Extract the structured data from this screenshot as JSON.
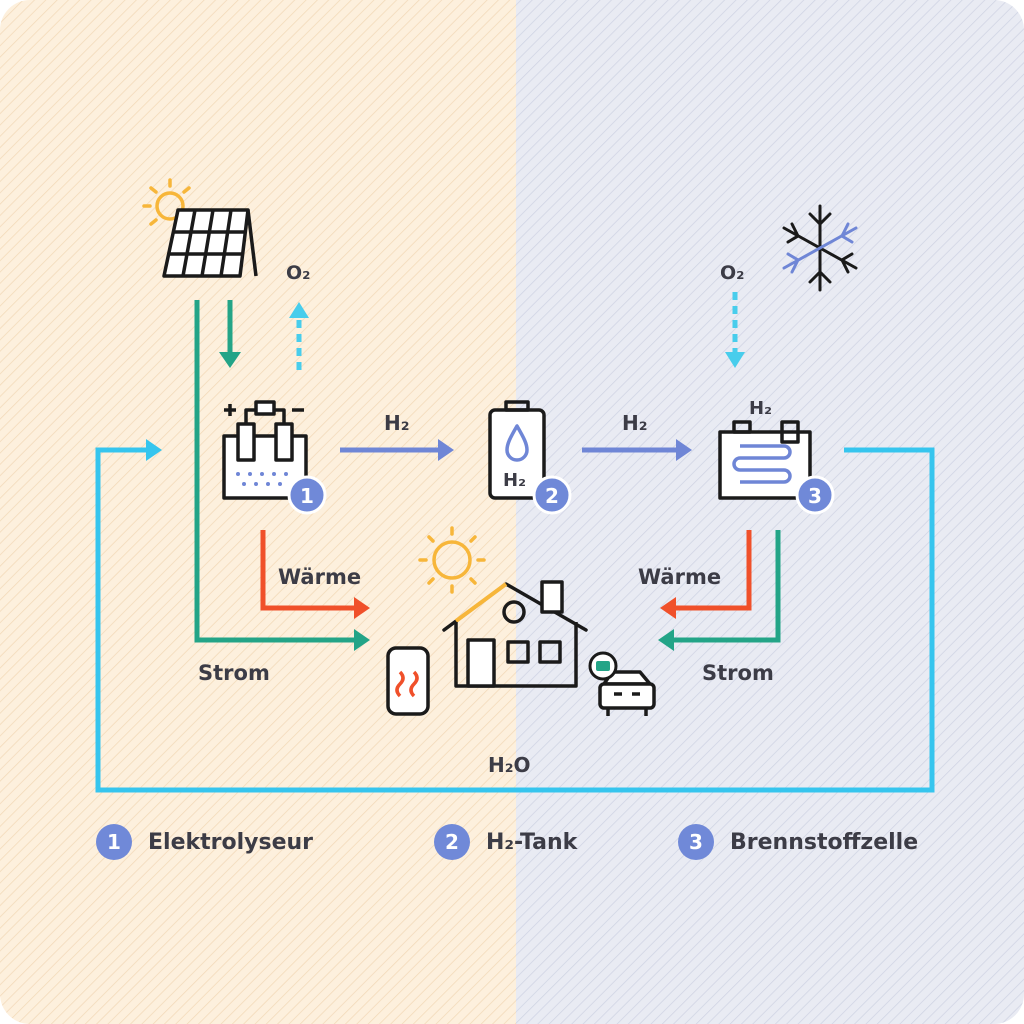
{
  "colors": {
    "bg_left": "#fdf0dd",
    "bg_right": "#e6e8f1",
    "electricity": "#23a487",
    "heat": "#f0502a",
    "hydrogen": "#6f86d6",
    "water": "#36c5ee",
    "oxygen": "#48cdec",
    "sun": "#f7b63a",
    "icon_stroke": "#1a1a1a",
    "badge": "#7089d8"
  },
  "labels": {
    "o2_left": "O₂",
    "o2_right": "O₂",
    "h2_flow_1": "H₂",
    "h2_flow_2": "H₂",
    "h2_tank_mark": "H₂",
    "h2_cell_mark": "H₂",
    "heat_left": "Wärme",
    "heat_right": "Wärme",
    "power_left": "Strom",
    "power_right": "Strom",
    "water": "H₂O"
  },
  "badges": {
    "electrolyzer": "1",
    "tank": "2",
    "fuel_cell": "3"
  },
  "legend": [
    {
      "number": "1",
      "label": "Elektrolyseur"
    },
    {
      "number": "2",
      "label": "H₂-Tank"
    },
    {
      "number": "3",
      "label": "Brennstoffzelle"
    }
  ],
  "icons": {
    "solar": "solar-panel-icon",
    "sun": "sun-icon",
    "snow": "snowflake-icon",
    "electrolyzer": "electrolyzer-icon",
    "tank": "hydrogen-tank-icon",
    "fuel_cell": "fuel-cell-icon",
    "house": "house-icon",
    "heater": "heater-icon",
    "car": "electric-car-icon"
  }
}
